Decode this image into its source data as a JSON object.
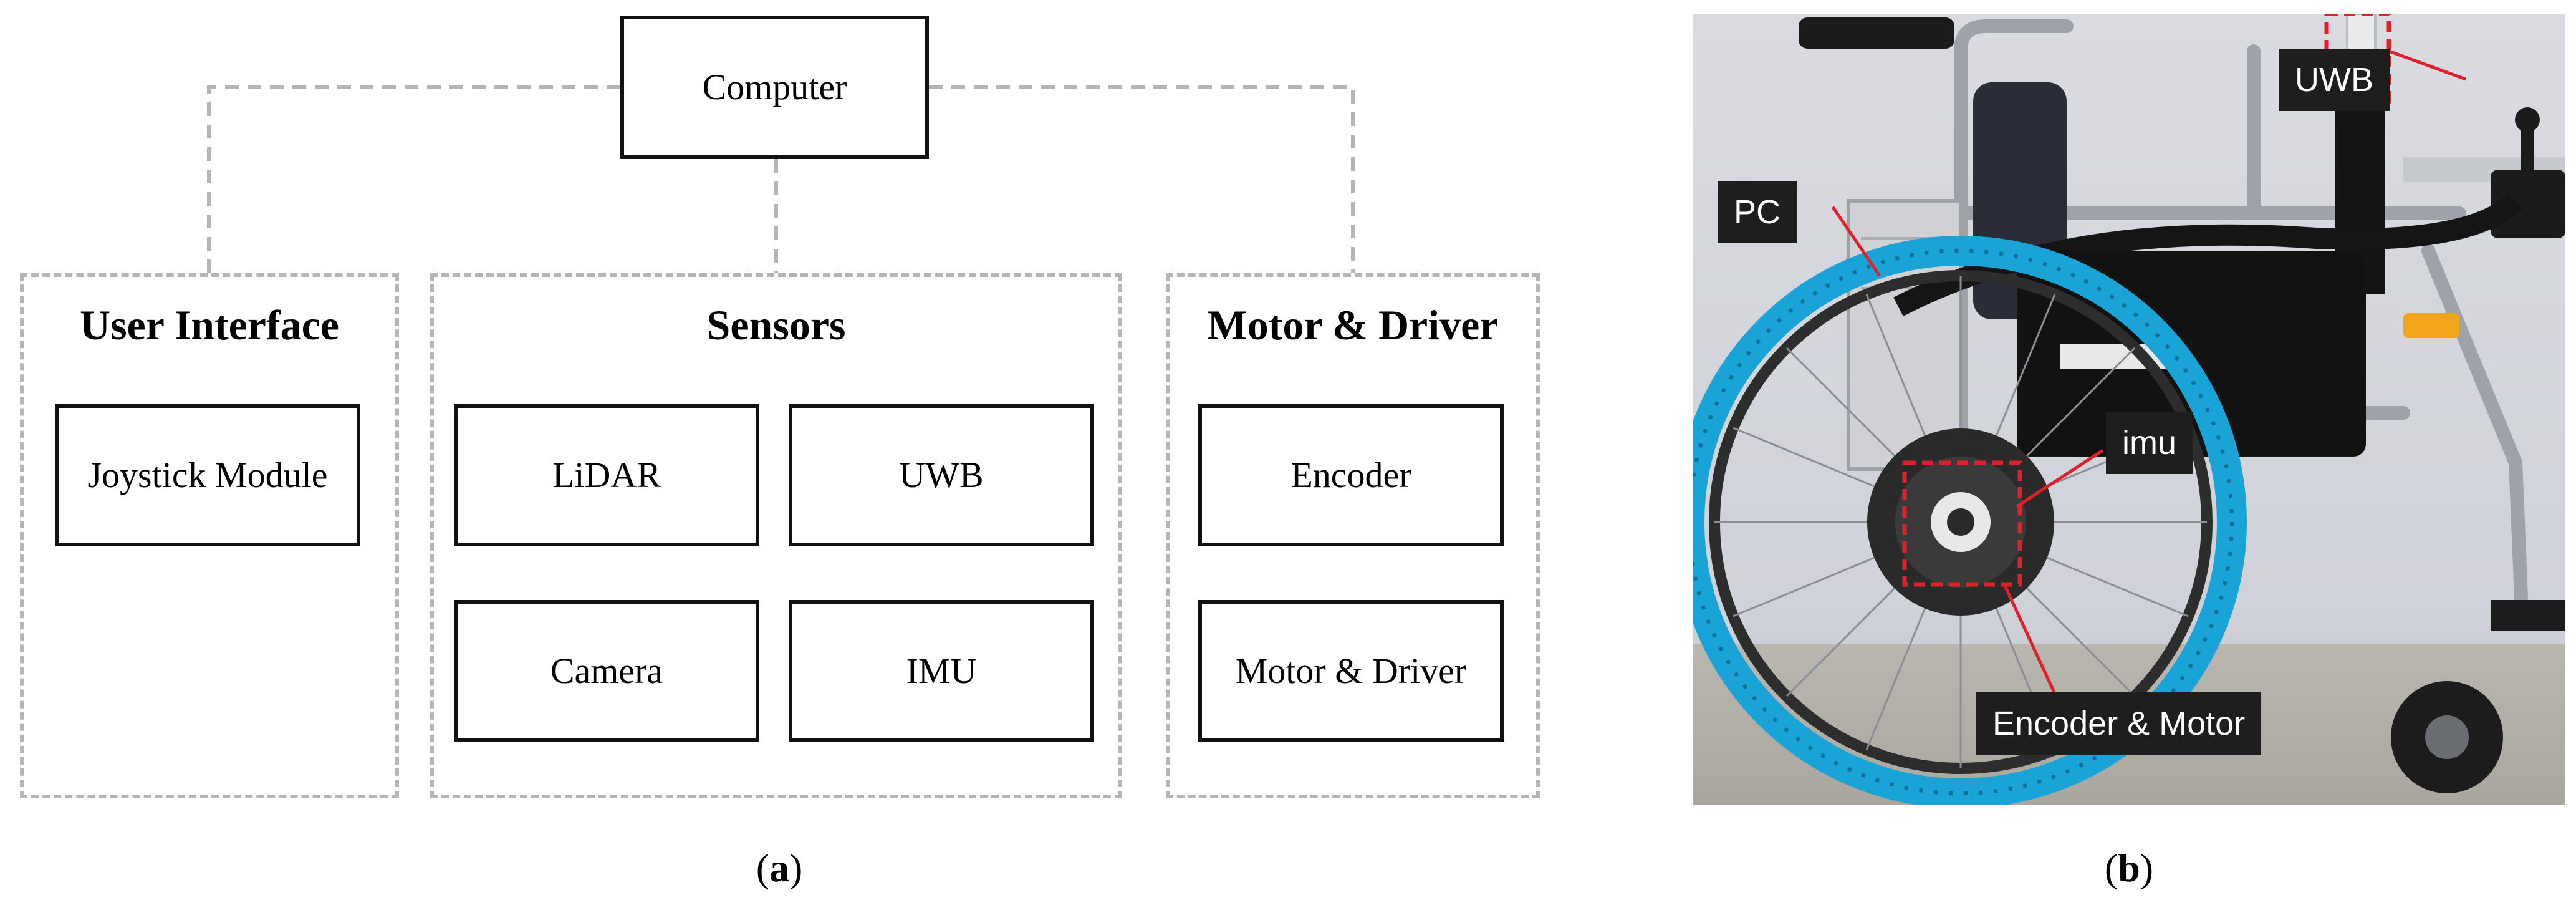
{
  "panel_a": {
    "computer": "Computer",
    "groups": {
      "user_interface": {
        "title": "User Interface",
        "items": [
          "Joystick Module"
        ]
      },
      "sensors": {
        "title": "Sensors",
        "items": [
          "LiDAR",
          "UWB",
          "Camera",
          "IMU"
        ]
      },
      "motor_driver": {
        "title": "Motor & Driver",
        "items": [
          "Encoder",
          "Motor & Driver"
        ]
      }
    },
    "caption": "a"
  },
  "panel_b": {
    "labels": {
      "uwb": "UWB",
      "pc": "PC",
      "imu": "imu",
      "encoder_motor": "Encoder & Motor"
    },
    "caption": "b"
  },
  "colors": {
    "box_border": "#111111",
    "dashed_border": "#b5b5b5",
    "callout_red": "#e0202a",
    "label_bg": "#1e1e1e",
    "tire_blue": "#1aa3d6"
  }
}
